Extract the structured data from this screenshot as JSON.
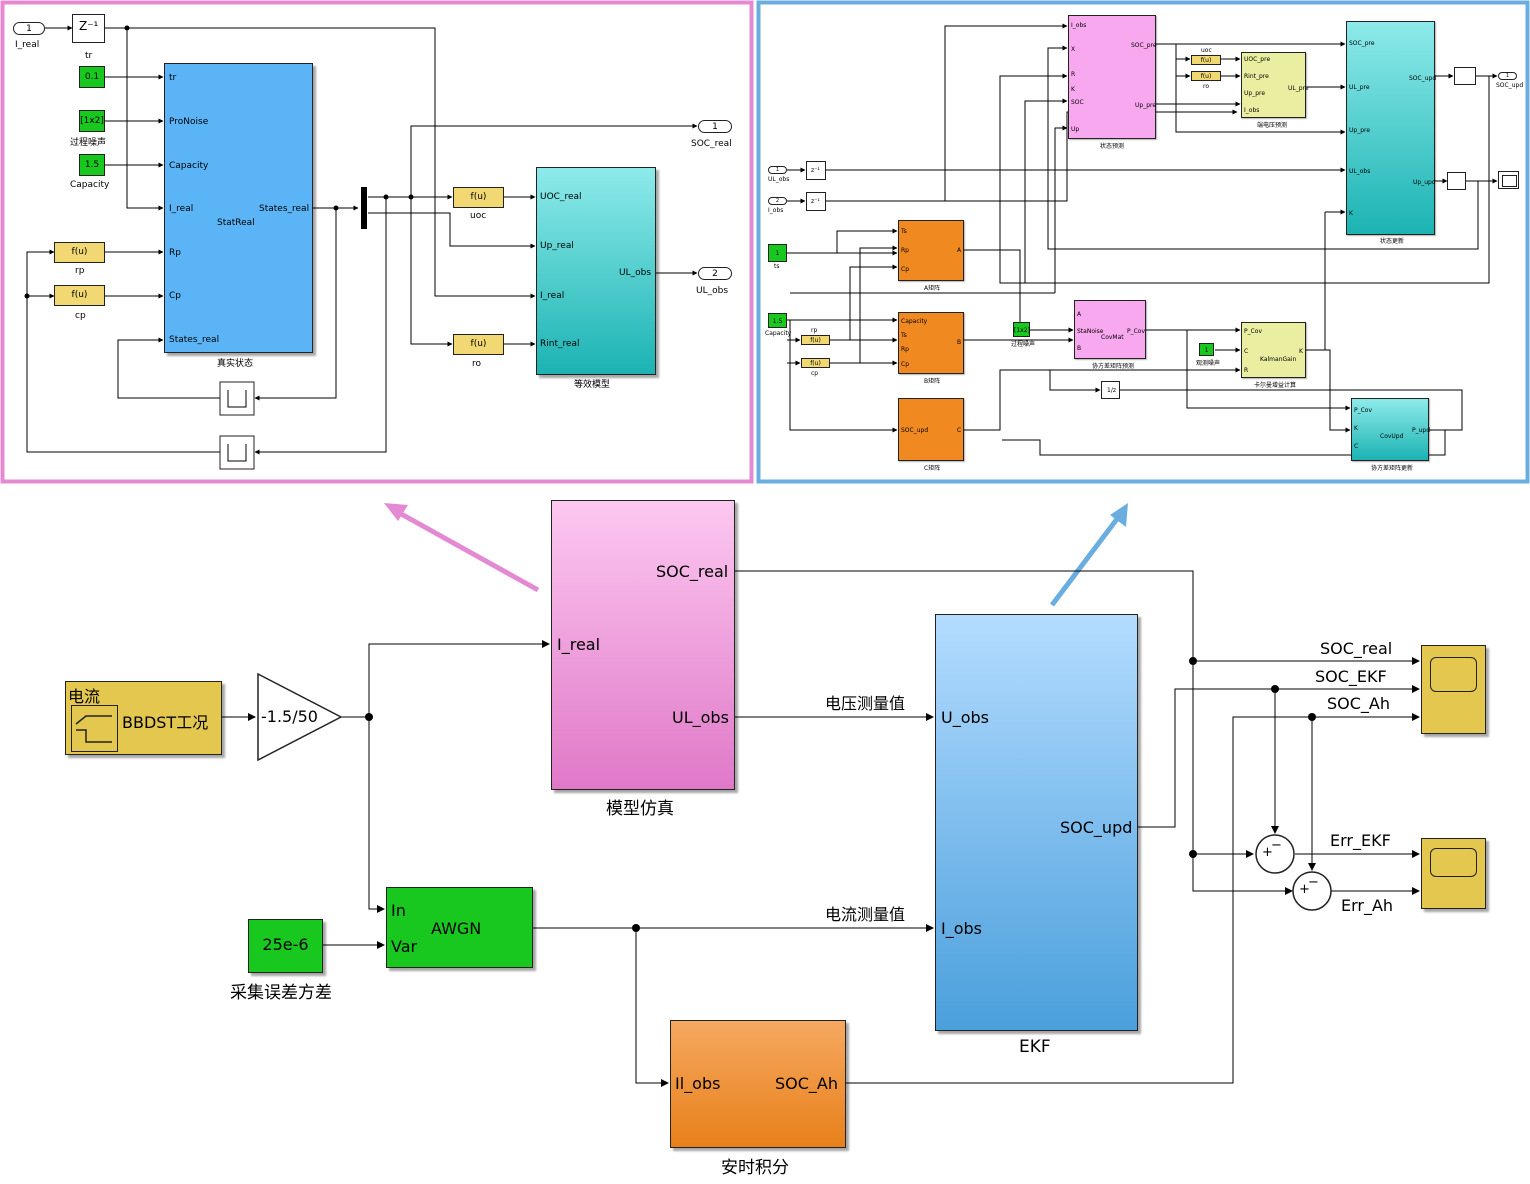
{
  "top_left": {
    "inport_i_real": {
      "num": "1",
      "label": "I_real"
    },
    "delay": {
      "text": "Z⁻¹",
      "label": "tr"
    },
    "const_tr": "0.1",
    "const_noise": {
      "value": "[1x2]",
      "label": "过程噪声"
    },
    "const_capacity": {
      "value": "1.5",
      "label": "Capacity"
    },
    "fcn_rp": {
      "text": "f(u)",
      "label": "rp"
    },
    "fcn_cp": {
      "text": "f(u)",
      "label": "cp"
    },
    "statreal": {
      "ports_in": [
        "tr",
        "ProNoise",
        "Capacity",
        "I_real",
        "Rp",
        "Cp",
        "States_real"
      ],
      "port_out": "States_real",
      "name": "StatReal",
      "caption": "真实状态"
    },
    "fcn_uoc": {
      "text": "f(u)",
      "label": "uoc"
    },
    "fcn_ro": {
      "text": "f(u)",
      "label": "ro"
    },
    "equiv": {
      "ports_in": [
        "UOC_real",
        "Up_real",
        "I_real",
        "Rint_real"
      ],
      "port_out": "UL_obs",
      "caption": "等效模型"
    },
    "outport_soc": {
      "num": "1",
      "label": "SOC_real"
    },
    "outport_ul": {
      "num": "2",
      "label": "UL_obs"
    }
  },
  "top_right": {
    "pred_block": {
      "ports_in": [
        "I_obs",
        "X",
        "R",
        "K",
        "SOC",
        "Up"
      ],
      "ports_out": [
        "SOC_pre",
        "Up_pre"
      ],
      "caption": "状态预测"
    },
    "fcn_uoc": {
      "text": "f(u)",
      "label": "uoc"
    },
    "fcn_ro": {
      "text": "f(u)",
      "label": "ro"
    },
    "volt_block": {
      "ports_in": [
        "UOC_pre",
        "Rint_pre",
        "Up_pre",
        "I_obs"
      ],
      "port_out": "UL_pre",
      "caption": "端电压预测"
    },
    "update_block": {
      "ports_in": [
        "SOC_pre",
        "UL_pre",
        "Up_pre",
        "UL_obs",
        "K"
      ],
      "ports_out": [
        "SOC_upd",
        "Up_upd"
      ],
      "caption": "状态更新"
    },
    "outport_soc": {
      "num": "1",
      "label": "SOC_upd"
    },
    "inport_ul": {
      "num": "1",
      "label": "UL_obs"
    },
    "inport_i": {
      "num": "2",
      "label": "I_obs"
    },
    "delay_text": "z⁻¹",
    "const_ts": {
      "value": "1",
      "label": "ts"
    },
    "const_cap": {
      "value": "1.5",
      "label": "Capacity"
    },
    "fcn_rp": {
      "text": "f(u)",
      "label": "rp"
    },
    "fcn_cp": {
      "text": "f(u)",
      "label": "cp"
    },
    "a_block": {
      "ports_in": [
        "Ts",
        "Rp",
        "Cp"
      ],
      "port_out": "A",
      "caption": "A矩阵"
    },
    "b_block": {
      "ports_in": [
        "Capacity",
        "Ts",
        "Rp",
        "Cp"
      ],
      "port_out": "B",
      "caption": "B矩阵"
    },
    "c_block": {
      "ports_in": [
        "SOC_upd"
      ],
      "port_out": "C",
      "caption": "C矩阵"
    },
    "const_noise": {
      "value": "[1x2]",
      "label": "过程噪声"
    },
    "covmat": {
      "ports_in": [
        "A",
        "StaNoise",
        "B"
      ],
      "port_out": "P_Cov",
      "name": "CovMat",
      "caption": "协方差矩阵预测"
    },
    "const_r": {
      "value": "1",
      "label": "观测噪声"
    },
    "kalman": {
      "ports_in": [
        "P_Cov",
        "C",
        "R"
      ],
      "port_out": "K",
      "name": "KalmanGain",
      "caption": "卡尔曼增益计算"
    },
    "covupd": {
      "ports_in": [
        "P_Cov",
        "K",
        "C"
      ],
      "port_out": "P_upd",
      "name": "CovUpd",
      "caption": "协方差矩阵更新"
    },
    "memory_text": "1/z"
  },
  "main": {
    "source": {
      "title": "电流",
      "text": "BBDST工况"
    },
    "gain": "-1.5/50",
    "model_sim": {
      "caption": "模型仿真",
      "port_in": "I_real",
      "ports_out": [
        "SOC_real",
        "UL_obs"
      ]
    },
    "awgn": {
      "name": "AWGN",
      "ports_in": [
        "In",
        "Var"
      ]
    },
    "const_var": {
      "value": "25e-6",
      "label": "采集误差方差"
    },
    "ekf": {
      "caption": "EKF",
      "ports_in": [
        "U_obs",
        "I_obs"
      ],
      "port_out": "SOC_upd"
    },
    "ah": {
      "caption": "安时积分",
      "port_in": "Il_obs",
      "port_out": "SOC_Ah"
    },
    "signals": {
      "volt_meas": "电压测量值",
      "curr_meas": "电流测量值",
      "soc_real": "SOC_real",
      "soc_ekf": "SOC_EKF",
      "soc_ah": "SOC_Ah",
      "err_ekf": "Err_EKF",
      "err_ah": "Err_Ah"
    },
    "sum_signs": {
      "plus": "+",
      "minus": "−"
    }
  },
  "colors": {
    "left_frame": "#e48ad2",
    "right_frame": "#6aaee0",
    "model_block": "#e48ad2",
    "ekf_block": "#6aaee0",
    "statreal": "#5ab4f6",
    "equiv": "#2ec3c3",
    "const_green": "#19c81f",
    "fcn_yellow": "#f1d873",
    "scope_yellow": "#e4c74f",
    "orange": "#f0891f",
    "pink": "#f7a8ee"
  }
}
